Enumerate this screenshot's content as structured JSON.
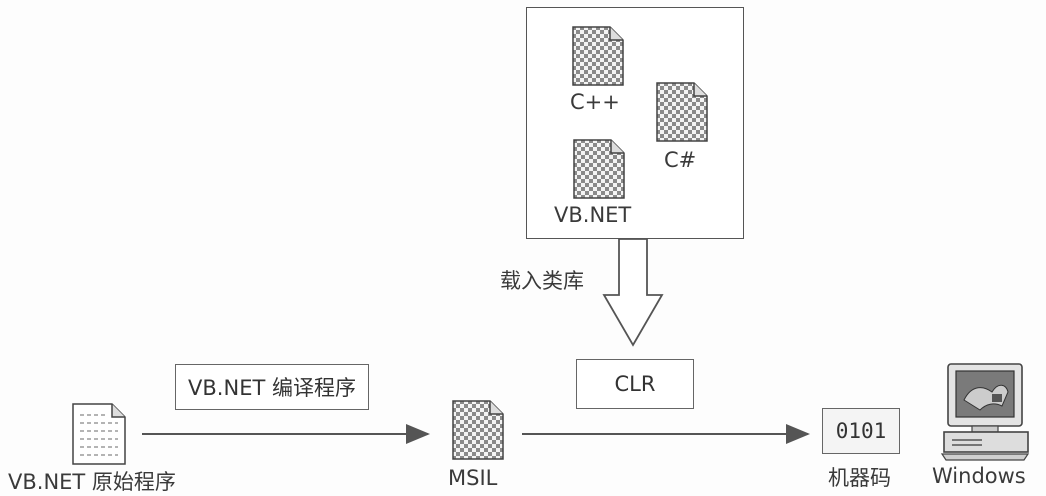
{
  "libraries_box": {
    "items": [
      {
        "label": "C++"
      },
      {
        "label": "C#"
      },
      {
        "label": "VB.NET"
      }
    ]
  },
  "load_arrow_label": "载入类库",
  "clr_label": "CLR",
  "compiler_label": "VB.NET 编译程序",
  "source_label": "VB.NET 原始程序",
  "msil_label": "MSIL",
  "machine_code": {
    "value": "0101",
    "label": "机器码"
  },
  "os_label": "Windows"
}
